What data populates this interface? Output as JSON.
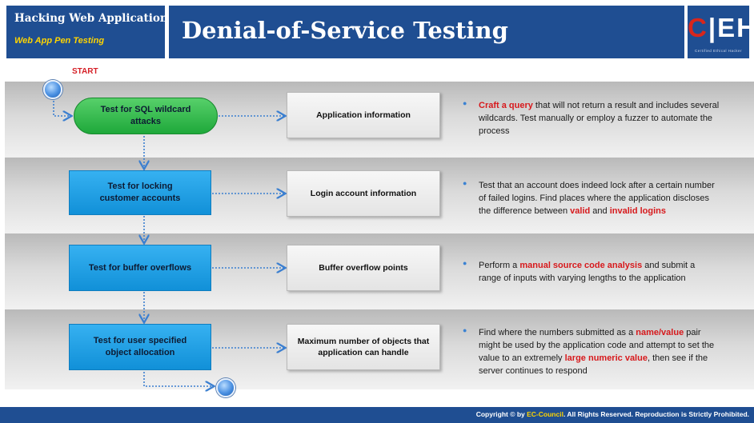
{
  "header": {
    "course": "Hacking Web Applications",
    "module": "Web App Pen Testing",
    "title": "Denial-of-Service Testing",
    "logo": "CEH",
    "logo_subtext": "Certified Ethical Hacker"
  },
  "flow": {
    "start_label": "START",
    "steps": [
      {
        "label": "Test for SQL wildcard attacks",
        "info": "Application information",
        "desc": [
          {
            "t": "Craft a query",
            "hl": true
          },
          {
            "t": " that will not return a result and includes several wildcards. Test manually or employ a fuzzer to automate the process",
            "hl": false
          }
        ]
      },
      {
        "label": "Test for locking customer accounts",
        "info": "Login account information",
        "desc": [
          {
            "t": "Test that an account does indeed lock after a certain number of failed logins. Find places where the application discloses the difference between ",
            "hl": false
          },
          {
            "t": "valid",
            "hl": true
          },
          {
            "t": " and ",
            "hl": false
          },
          {
            "t": "invalid logins",
            "hl": true
          }
        ]
      },
      {
        "label": "Test for buffer overflows",
        "info": "Buffer overflow points",
        "desc": [
          {
            "t": "Perform a ",
            "hl": false
          },
          {
            "t": "manual source code analysis",
            "hl": true
          },
          {
            "t": " and submit a range of inputs with varying lengths to the application",
            "hl": false
          }
        ]
      },
      {
        "label": "Test for user specified object allocation",
        "info": "Maximum number of objects that application can handle",
        "desc": [
          {
            "t": "Find where the numbers submitted as a ",
            "hl": false
          },
          {
            "t": "name/value",
            "hl": true
          },
          {
            "t": " pair might be used by the application code and attempt to set the value to an extremely ",
            "hl": false
          },
          {
            "t": "large numeric value",
            "hl": true
          },
          {
            "t": ", then see if the server continues to respond",
            "hl": false
          }
        ]
      }
    ]
  },
  "footer": {
    "prefix": "Copyright © by ",
    "brand": "EC-Council",
    "suffix": ". All Rights Reserved. Reproduction is Strictly Prohibited."
  },
  "colors": {
    "header_blue": "#1f4e92",
    "accent_red": "#d7191c",
    "oval_green": "#2bb94a",
    "step_blue": "#1aa0e6",
    "arrow_blue": "#3b7fd0"
  }
}
